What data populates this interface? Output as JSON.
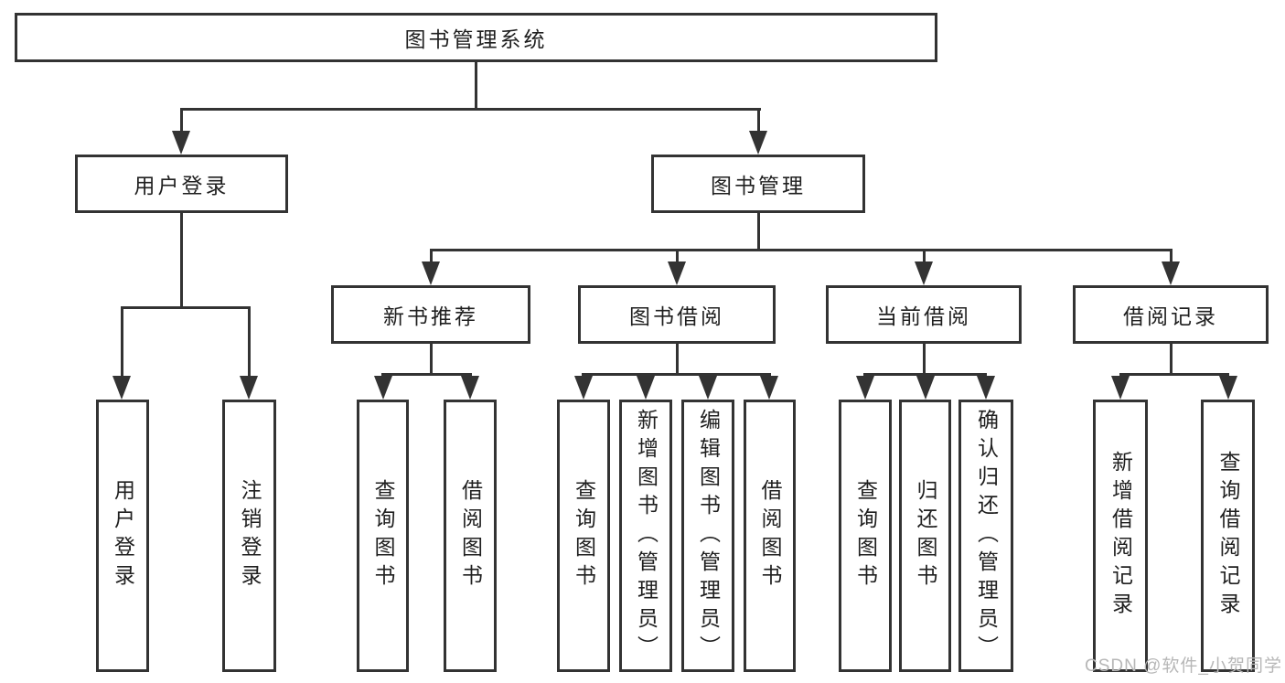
{
  "tree": {
    "root": {
      "label": "图书管理系统"
    },
    "branches": [
      {
        "label": "用户登录",
        "children": [
          {
            "label": "用户登录"
          },
          {
            "label": "注销登录"
          }
        ]
      },
      {
        "label": "图书管理",
        "children": [
          {
            "label": "新书推荐",
            "children": [
              {
                "label": "查询图书"
              },
              {
                "label": "借阅图书"
              }
            ]
          },
          {
            "label": "图书借阅",
            "children": [
              {
                "label": "查询图书"
              },
              {
                "label": "新增图书（管理员）"
              },
              {
                "label": "编辑图书（管理员）"
              },
              {
                "label": "借阅图书"
              }
            ]
          },
          {
            "label": "当前借阅",
            "children": [
              {
                "label": "查询图书"
              },
              {
                "label": "归还图书"
              },
              {
                "label": "确认归还（管理员）"
              }
            ]
          },
          {
            "label": "借阅记录",
            "children": [
              {
                "label": "新增借阅记录"
              },
              {
                "label": "查询借阅记录"
              }
            ]
          }
        ]
      }
    ]
  },
  "watermark": {
    "text": "CSDN @软件_小贺同学"
  },
  "colors": {
    "line": "#333333",
    "box_border": "#333333",
    "text": "#1f1f1f",
    "background": "#ffffff",
    "watermark": "#b7b7b7"
  }
}
